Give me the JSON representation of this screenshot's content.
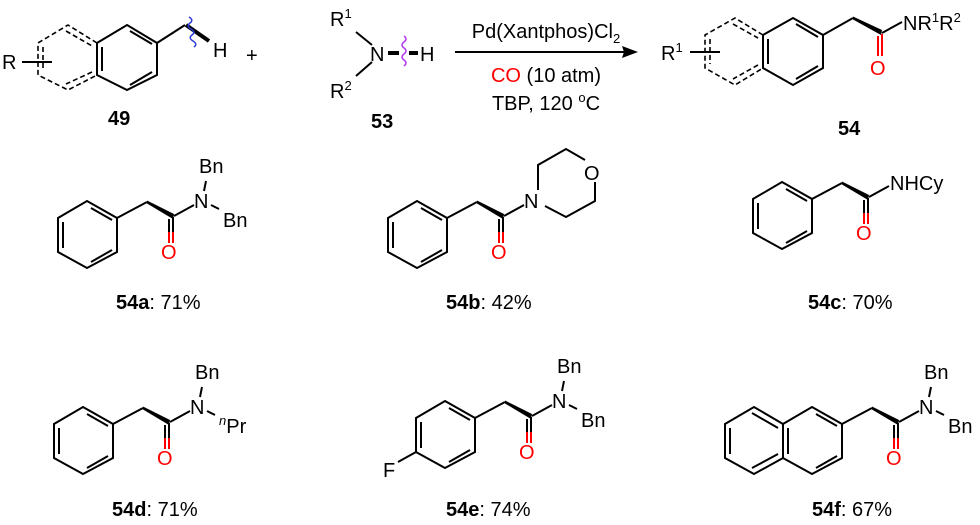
{
  "colors": {
    "oxygen": "#ff0000",
    "ch_bond_wave": "#2a3bd6",
    "nh_bond_wave": "#b23cf0",
    "default": "#000000"
  },
  "reaction": {
    "reactant1": {
      "label": "49",
      "substituent": "R",
      "h": "H"
    },
    "plus": "+",
    "reactant2": {
      "label": "53",
      "r1": "R",
      "r1_sup": "1",
      "r2": "R",
      "r2_sup": "2",
      "n": "N",
      "h": "H"
    },
    "conditions": {
      "catalyst": "Pd(Xantphos)Cl",
      "catalyst_sub": "2",
      "co": "CO",
      "co_pressure": " (10 atm)",
      "additive": "TBP, 120 ",
      "temp_sup": "o",
      "temp_unit": "C"
    },
    "product": {
      "label": "54",
      "substituent": "R",
      "substituent_sup": "1",
      "amide": "NR",
      "amide_sup1": "1",
      "amide_mid": "R",
      "amide_sup2": "2",
      "oxygen": "O"
    }
  },
  "examples": [
    {
      "id": "54a",
      "yield": ": 71%",
      "n": "N",
      "o": "O",
      "sub1": "Bn",
      "sub2": "Bn"
    },
    {
      "id": "54b",
      "yield": ": 42%",
      "n": "N",
      "o": "O",
      "ring_o": "O"
    },
    {
      "id": "54c",
      "yield": ": 70%",
      "amine": "NHCy",
      "o": "O"
    },
    {
      "id": "54d",
      "yield": ": 71%",
      "n": "N",
      "o": "O",
      "sub1": "Bn",
      "sub2_sup": "n",
      "sub2": "Pr"
    },
    {
      "id": "54e",
      "yield": ": 74%",
      "n": "N",
      "o": "O",
      "sub1": "Bn",
      "sub2": "Bn",
      "aryl_sub": "F"
    },
    {
      "id": "54f",
      "yield": ": 67%",
      "n": "N",
      "o": "O",
      "sub1": "Bn",
      "sub2": "Bn"
    }
  ]
}
